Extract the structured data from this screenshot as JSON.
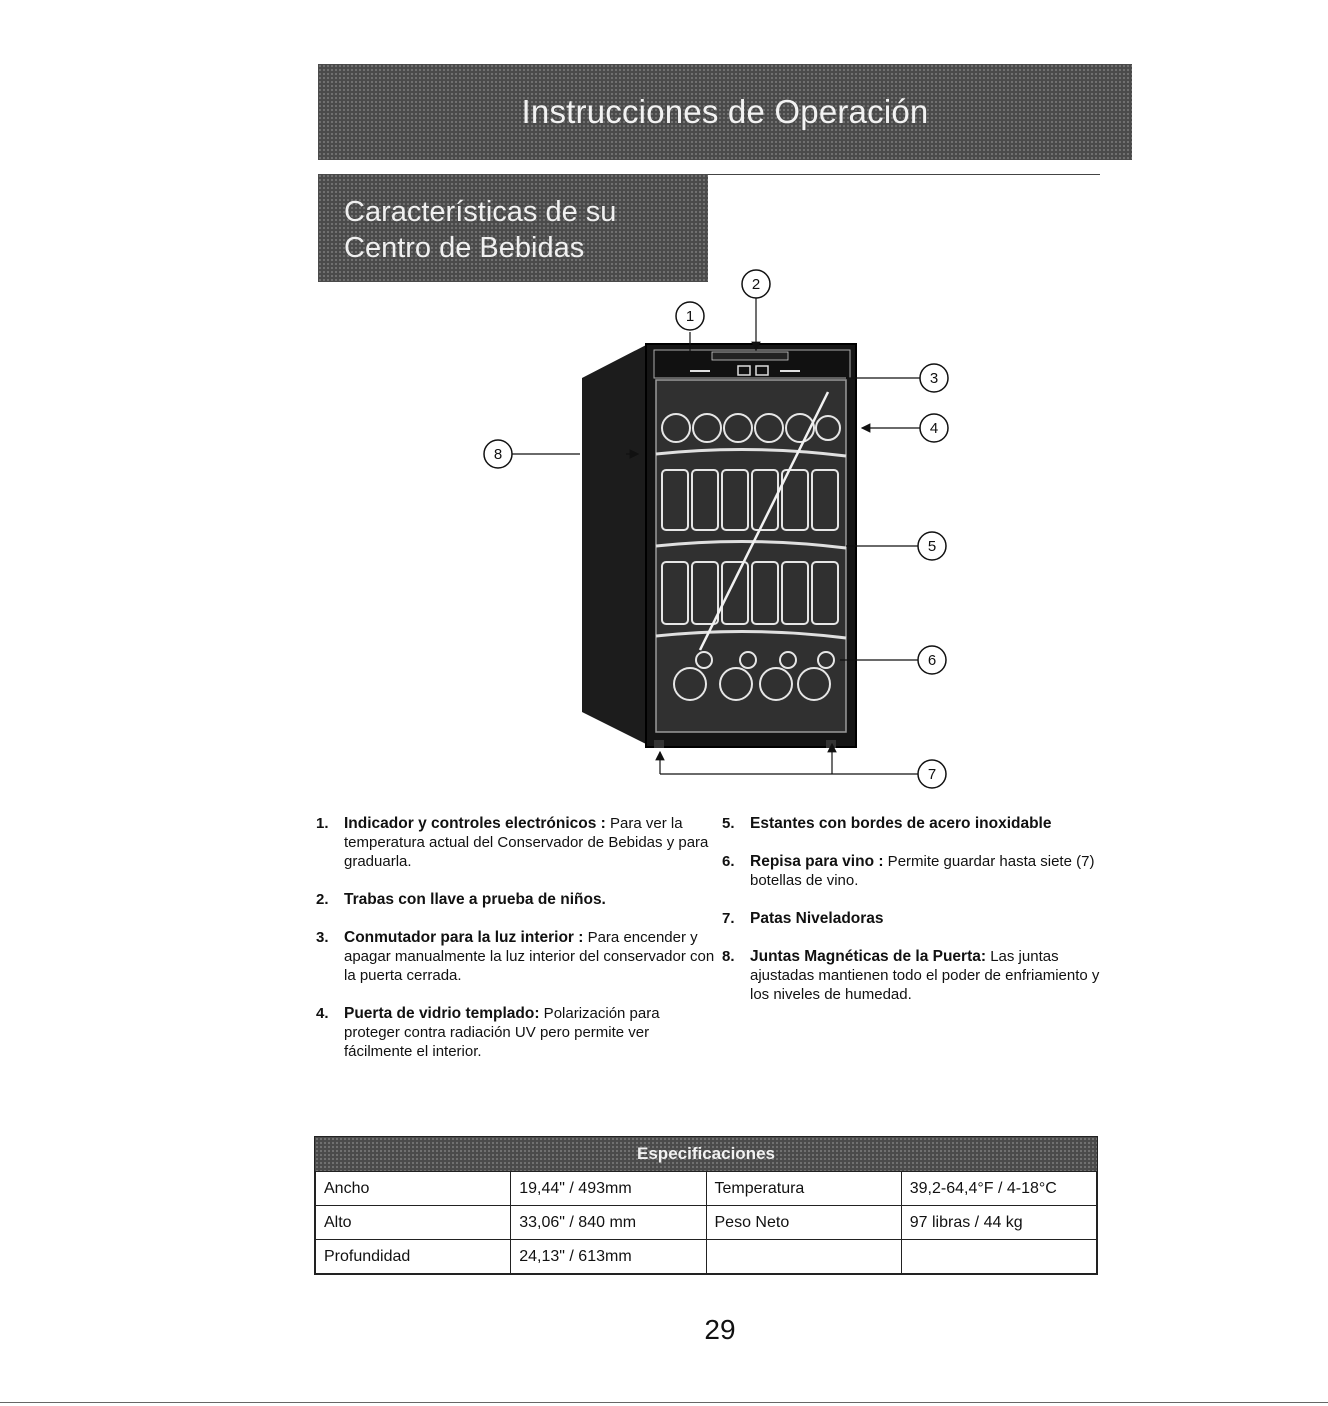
{
  "header": {
    "title": "Instrucciones de Operación"
  },
  "section": {
    "title_line1": "Características de su",
    "title_line2": "Centro de Bebidas"
  },
  "diagram": {
    "callouts": [
      "1",
      "2",
      "3",
      "4",
      "5",
      "6",
      "7",
      "8"
    ]
  },
  "features": [
    {
      "num": "1.",
      "term": "Indicador y controles electrónicos :",
      "desc": " Para ver la temperatura actual del Conservador de Bebidas y para graduarla."
    },
    {
      "num": "2.",
      "term": "Trabas con llave a prueba de niños.",
      "desc": ""
    },
    {
      "num": "3.",
      "term": "Conmutador para la luz interior :",
      "desc": " Para encender y apagar manualmente la luz interior del conservador con la puerta cerrada."
    },
    {
      "num": "4.",
      "term": "Puerta de vidrio templado:",
      "desc": " Polarización para proteger contra radiación UV pero permite ver fácilmente el interior."
    },
    {
      "num": "5.",
      "term": "Estantes con bordes de acero inoxidable",
      "desc": ""
    },
    {
      "num": "6.",
      "term": "Repisa para vino :",
      "desc": " Permite guardar hasta siete (7) botellas de vino."
    },
    {
      "num": "7.",
      "term": "Patas Niveladoras",
      "desc": ""
    },
    {
      "num": "8.",
      "term": "Juntas Magnéticas de la Puerta:",
      "desc": " Las juntas ajustadas mantienen todo el poder de enfriamiento y los niveles de humedad."
    }
  ],
  "specs": {
    "title": "Especificaciones",
    "rows": [
      [
        "Ancho",
        "19,44\" / 493mm",
        "Temperatura",
        "39,2-64,4°F / 4-18°C"
      ],
      [
        "Alto",
        "33,06\" / 840 mm",
        "Peso Neto",
        "97 libras / 44 kg"
      ],
      [
        "Profundidad",
        "24,13\" / 613mm",
        "",
        ""
      ]
    ]
  },
  "page_number": "29"
}
